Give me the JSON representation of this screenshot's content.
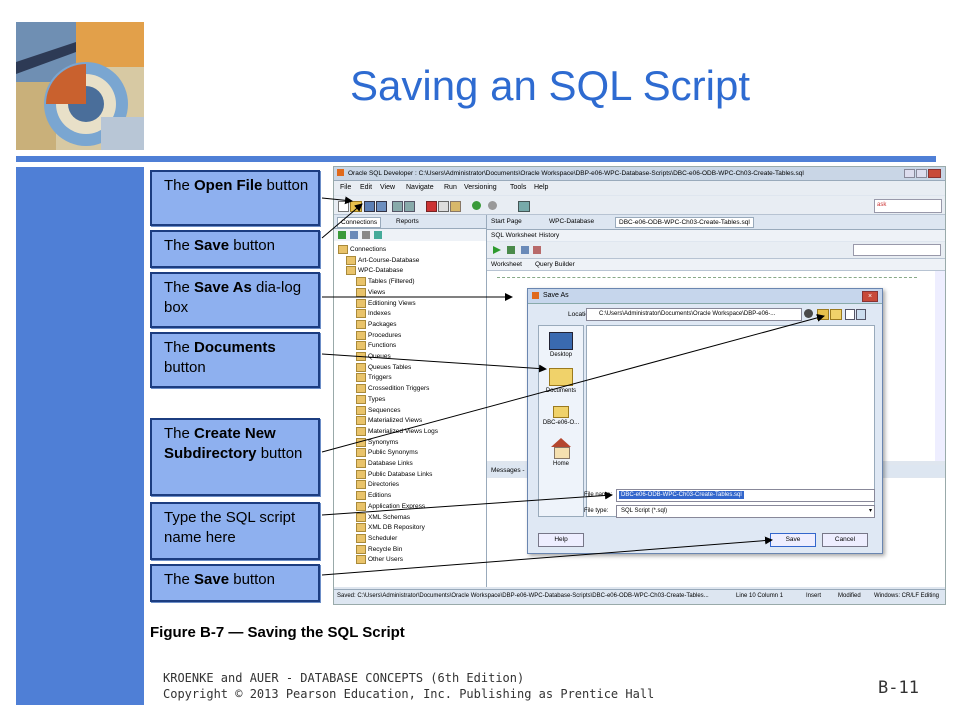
{
  "slide": {
    "title": "Saving an SQL Script",
    "figure_caption": "Figure B-7 — Saving the SQL Script",
    "footer_line1": "KROENKE and AUER -  DATABASE CONCEPTS (6th Edition)",
    "footer_line2": "Copyright © 2013 Pearson Education, Inc. Publishing as Prentice Hall",
    "page_number": "B-11"
  },
  "callouts": [
    {
      "pre": "The ",
      "bold": "Open File",
      "post": " button"
    },
    {
      "pre": "The ",
      "bold": "Save",
      "post": " button"
    },
    {
      "pre": "The ",
      "bold": "Save As",
      "post": " dia-log box"
    },
    {
      "pre": "The ",
      "bold": "Documents",
      "post": " button"
    },
    {
      "pre": "The ",
      "bold": "Create New Subdirectory",
      "post": " button"
    },
    {
      "pre": "Type the SQL script name here",
      "bold": "",
      "post": ""
    },
    {
      "pre": "The ",
      "bold": "Save",
      "post": " button"
    }
  ],
  "app": {
    "window_title": "Oracle SQL Developer : C:\\Users\\Administrator\\Documents\\Oracle Workspace\\DBP-e06-WPC-Database-Scripts\\DBC-e06-ODB-WPC-Ch03-Create-Tables.sql",
    "menu": [
      "File",
      "Edit",
      "View",
      "Navigate",
      "Run",
      "Versioning",
      "Tools",
      "Help"
    ],
    "left_tabs": [
      "Connections",
      "Reports"
    ],
    "doc_tabs": [
      "Start Page",
      "WPC-Database",
      "DBC-e06-ODB-WPC-Ch03-Create-Tables.sql"
    ],
    "sub_tabs": [
      "SQL Worksheet",
      "History"
    ],
    "worksheet_tabs": [
      "Worksheet",
      "Query Builder"
    ],
    "messages_label": "Messages -",
    "tree": [
      "Connections",
      "Art-Course-Database",
      "WPC-Database",
      "Tables (Filtered)",
      "Views",
      "Editioning Views",
      "Indexes",
      "Packages",
      "Procedures",
      "Functions",
      "Queues",
      "Queues Tables",
      "Triggers",
      "Crossedition Triggers",
      "Types",
      "Sequences",
      "Materialized Views",
      "Materialized Views Logs",
      "Synonyms",
      "Public Synonyms",
      "Database Links",
      "Public Database Links",
      "Directories",
      "Editions",
      "Application Express",
      "XML Schemas",
      "XML DB Repository",
      "Scheduler",
      "Recycle Bin",
      "Other Users"
    ],
    "status_path": "Saved: C:\\Users\\Administrator\\Documents\\Oracle Workspace\\DBP-e06-WPC-Database-Scripts\\DBC-e06-ODB-WPC-Ch03-Create-Tables...",
    "status_pos": "Line 10 Column 1",
    "status_mode": "Insert",
    "status_mod": "Modified",
    "status_enc": "Windows: CR/LF Editing",
    "search_placeholder": "ask"
  },
  "dialog": {
    "title": "Save As",
    "location_label": "Location:",
    "location_value": "C:\\Users\\Administrator\\Documents\\Oracle Workspace\\DBP-e06-...",
    "places": [
      "Desktop",
      "Documents",
      "DBC-e06-O...",
      "Home"
    ],
    "filename_label": "File name:",
    "filename_value": "DBC-e06-ODB-WPC-Ch03-Create-Tables.sql",
    "filetype_label": "File type:",
    "filetype_value": "SQL Script (*.sql)",
    "help_label": "Help",
    "save_label": "Save",
    "cancel_label": "Cancel"
  }
}
